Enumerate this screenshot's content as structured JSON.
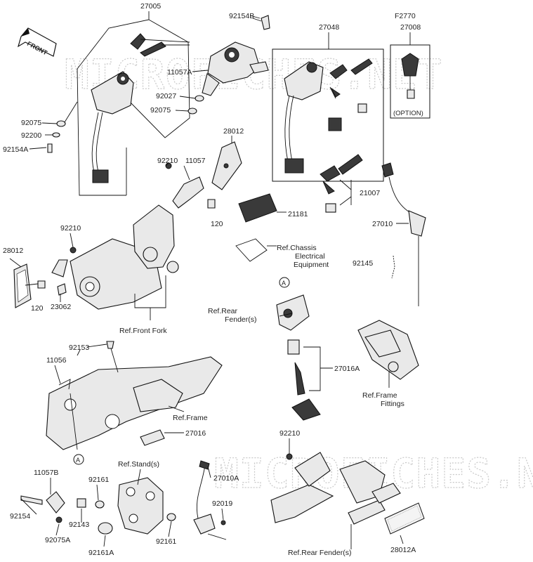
{
  "watermark": "MICROFICHES.NET",
  "front_label": "FRONT",
  "labels": {
    "p27005": "27005",
    "p92154B": "92154B",
    "pF2770": "F2770",
    "p27048": "27048",
    "p27008": "27008",
    "p11057A": "11057A",
    "p92027": "92027",
    "p92075a": "92075",
    "p92075b": "92075",
    "p92200": "92200",
    "p92154A": "92154A",
    "option": "(OPTION)",
    "p28012a": "28012",
    "p92210a": "92210",
    "p11057": "11057",
    "p21007": "21007",
    "p120a": "120",
    "p21181": "21181",
    "p27010": "27010",
    "refChassis1": "Ref.Chassis",
    "refChassis2": "Electrical",
    "refChassis3": "Equipment",
    "p92210b": "92210",
    "p28012b": "28012",
    "p92145": "92145",
    "p120b": "120",
    "p23062": "23062",
    "circleA1": "A",
    "refRear1a": "Ref.Rear",
    "refRear1b": "Fender(s)",
    "refFrontFork": "Ref.Front Fork",
    "p92153": "92153",
    "p11056": "11056",
    "p27016A": "27016A",
    "refFrameFit1": "Ref.Frame",
    "refFrameFit2": "Fittings",
    "refFrame": "Ref.Frame",
    "p27016": "27016",
    "circleA2": "A",
    "p92210c": "92210",
    "p11057B": "11057B",
    "refStand": "Ref.Stand(s)",
    "p27010A": "27010A",
    "p92161a": "92161",
    "p92154": "92154",
    "p92143": "92143",
    "p92019": "92019",
    "p92075A": "92075A",
    "p92161A": "92161A",
    "p92161b": "92161",
    "refRear2": "Ref.Rear Fender(s)",
    "p28012A": "28012A"
  }
}
